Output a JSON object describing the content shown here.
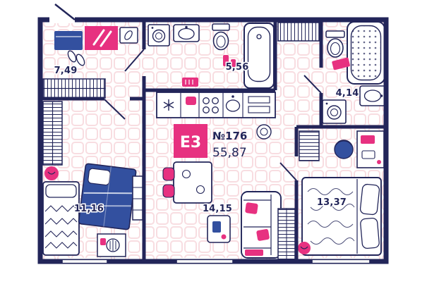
{
  "plan": {
    "unit": {
      "type": "E3",
      "number": "№176",
      "total_area": "55,87"
    },
    "rooms": [
      {
        "key": "hall",
        "area": "7,49",
        "furniture": [
          "cabinet",
          "desk",
          "slippers",
          "shoe-cabinet"
        ]
      },
      {
        "key": "bathroom",
        "area": "5,56",
        "furniture": [
          "washing-machine",
          "sink",
          "toilet",
          "bathtub",
          "cosmetics",
          "bath-mat"
        ]
      },
      {
        "key": "wc",
        "area": "4,14",
        "furniture": [
          "toilet",
          "shower-bathtub",
          "sink",
          "washing-machine",
          "towel"
        ]
      },
      {
        "key": "bedroom-left",
        "area": "11,16",
        "furniture": [
          "wardrobe",
          "single-bed",
          "double-bed",
          "pouf",
          "nightstand",
          "shelf"
        ]
      },
      {
        "key": "kitchen-living",
        "area": "14,15",
        "furniture": [
          "kitchen-counter",
          "stove",
          "fridge",
          "dining-table",
          "chairs",
          "sofa",
          "coffee-table",
          "closet"
        ]
      },
      {
        "key": "bedroom-right",
        "area": "13,37",
        "furniture": [
          "double-bed",
          "pouf",
          "desk",
          "desk-chair",
          "closet"
        ]
      }
    ]
  },
  "colors": {
    "wall": "#222559",
    "accent": "#e73180",
    "floor_tile": "#f8dde1",
    "furniture_blue": "#33509f"
  }
}
